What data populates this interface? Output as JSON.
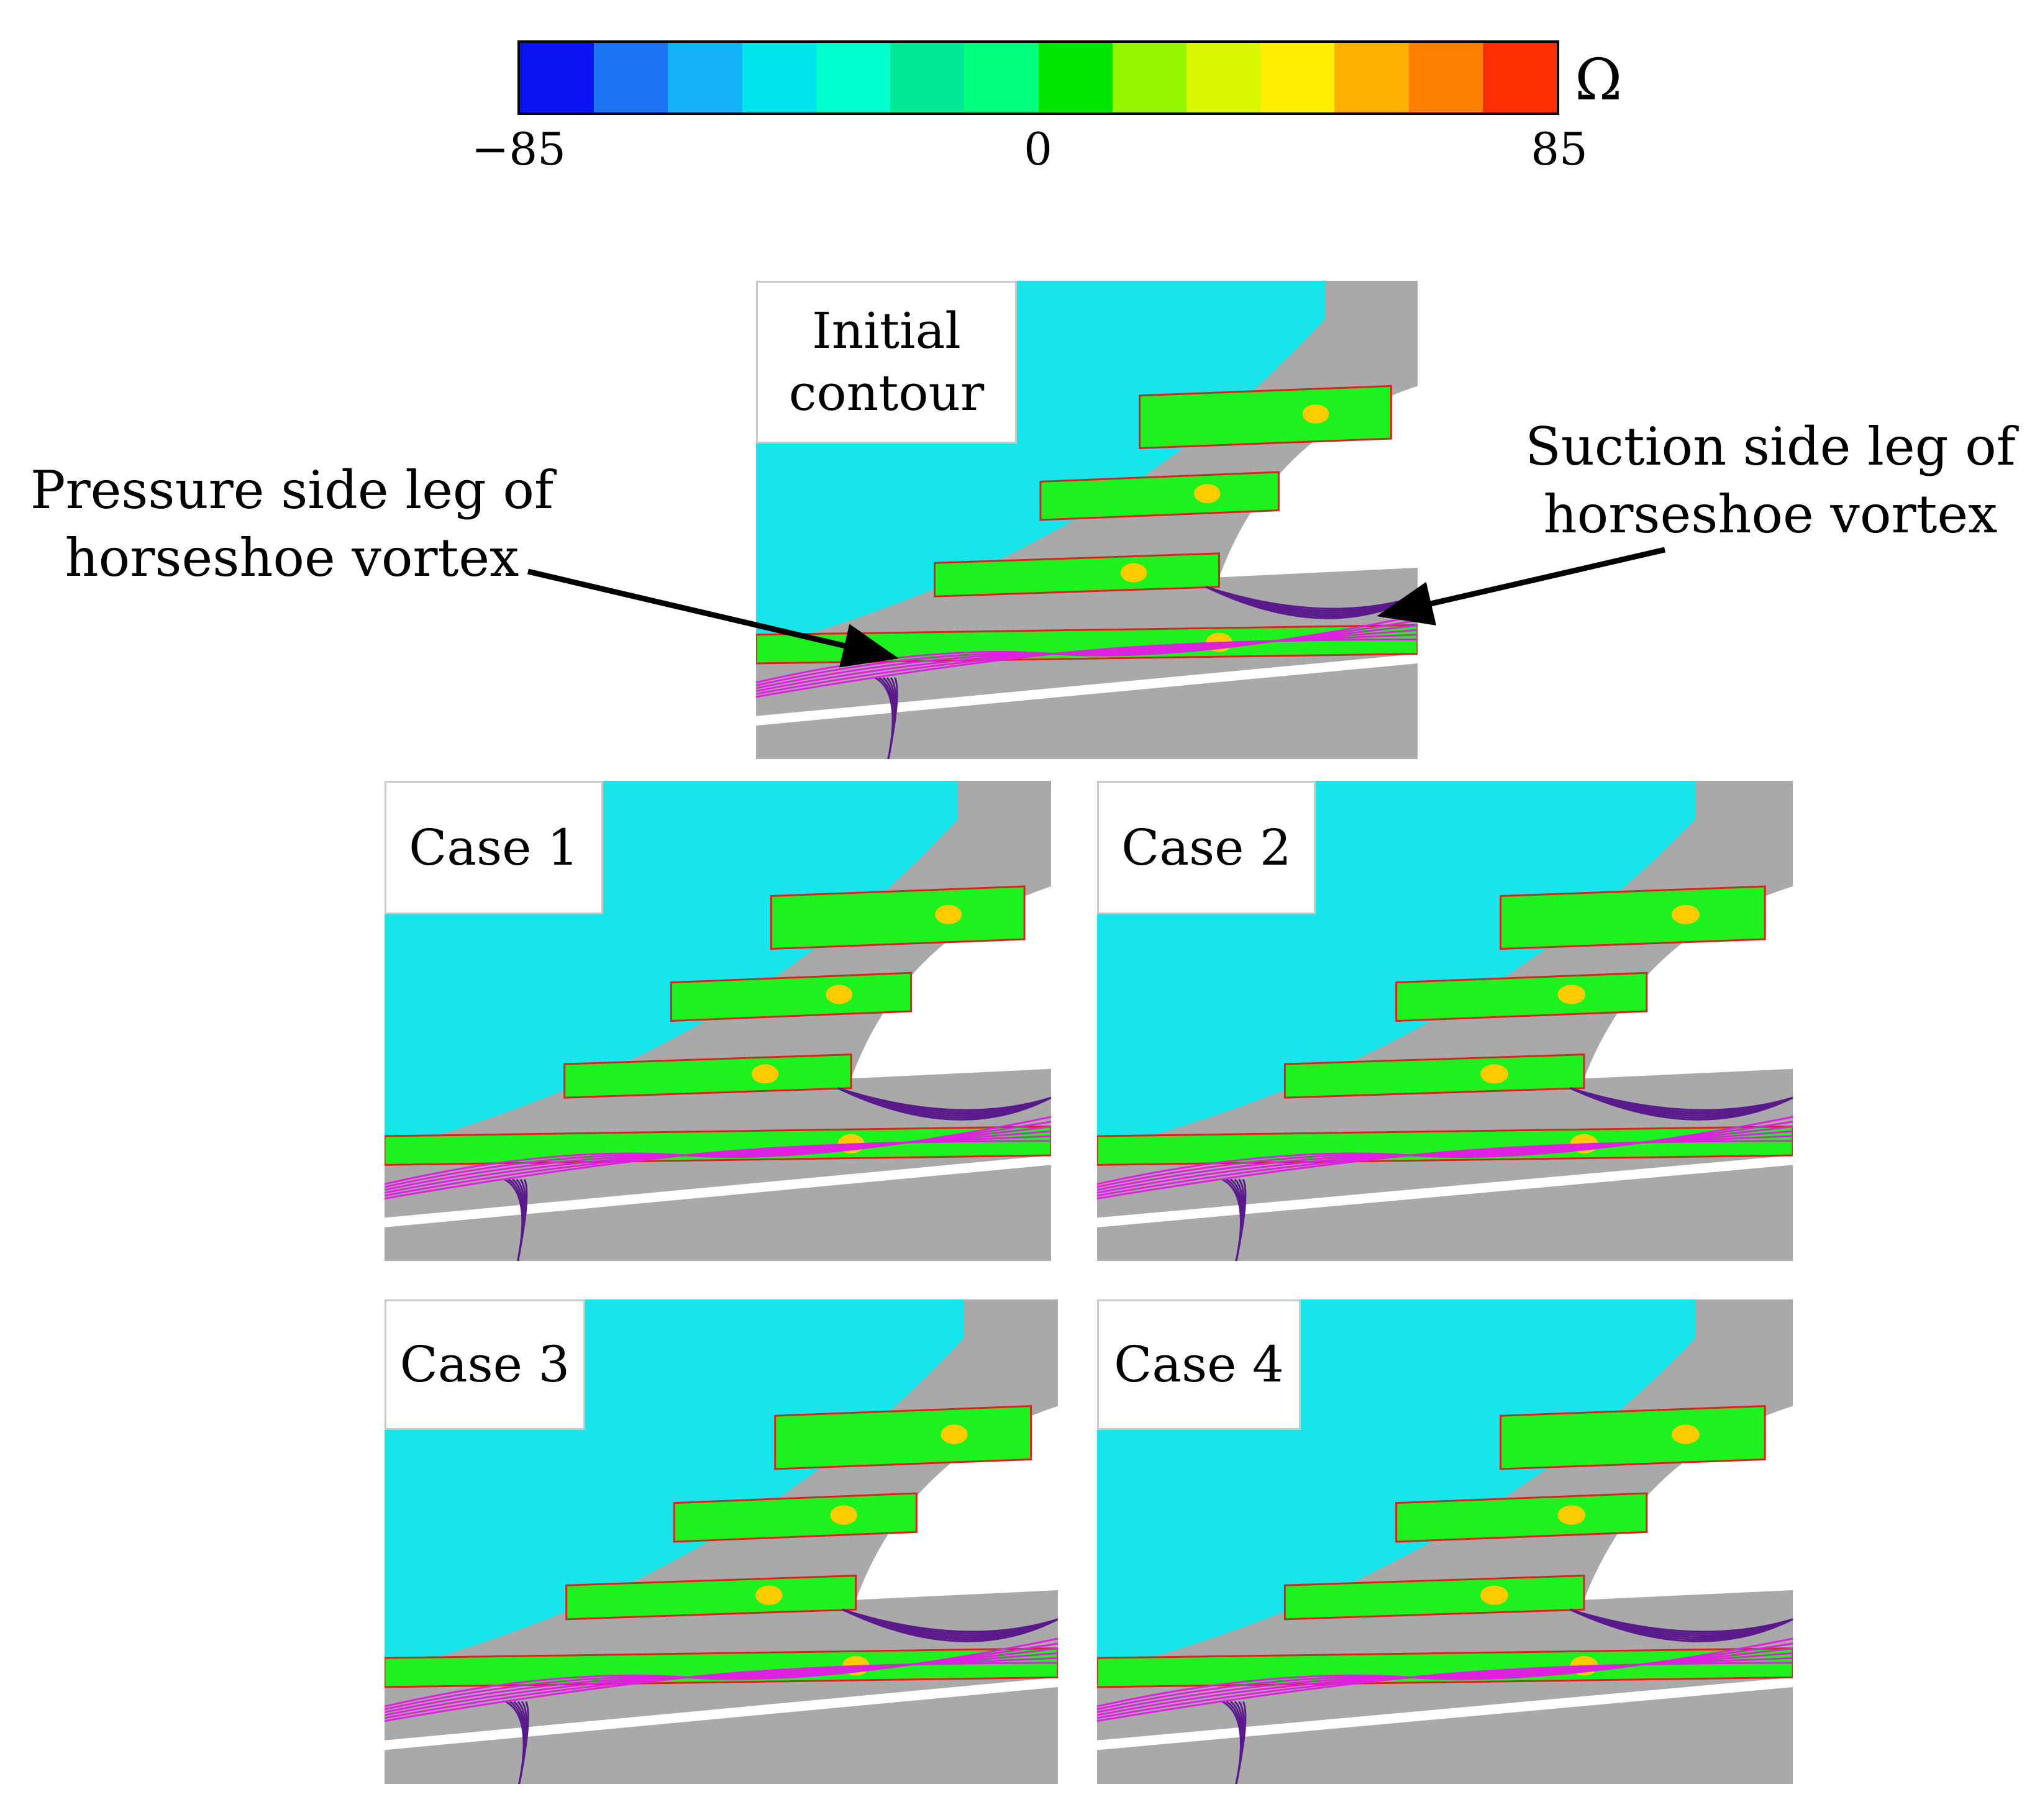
{
  "colorbar": {
    "symbol": "Ω",
    "tick_min": "−85",
    "tick_mid": "0",
    "tick_max": "85",
    "colors": [
      "#0a14f0",
      "#1a73f2",
      "#14b3f7",
      "#00e6ef",
      "#00ffcc",
      "#00e896",
      "#00ff7a",
      "#00e600",
      "#96f500",
      "#d8f700",
      "#ffee00",
      "#ffb000",
      "#ff8000",
      "#ff3000"
    ]
  },
  "panels": {
    "initial": {
      "label": "Initial\ncontour"
    },
    "case1": {
      "label": "Case 1"
    },
    "case2": {
      "label": "Case 2"
    },
    "case3": {
      "label": "Case 3"
    },
    "case4": {
      "label": "Case 4"
    }
  },
  "annotations": {
    "pressure_side": "Pressure side leg of\nhorseshoe vortex",
    "suction_side": "Suction side leg of\nhorseshoe vortex"
  },
  "colors": {
    "blade": "#16e6ec",
    "endwall": "#a9a9a9",
    "plane": "#1ef21e",
    "vortex_purple": "#5a1a8c",
    "vortex_magenta": "#e020e0"
  }
}
